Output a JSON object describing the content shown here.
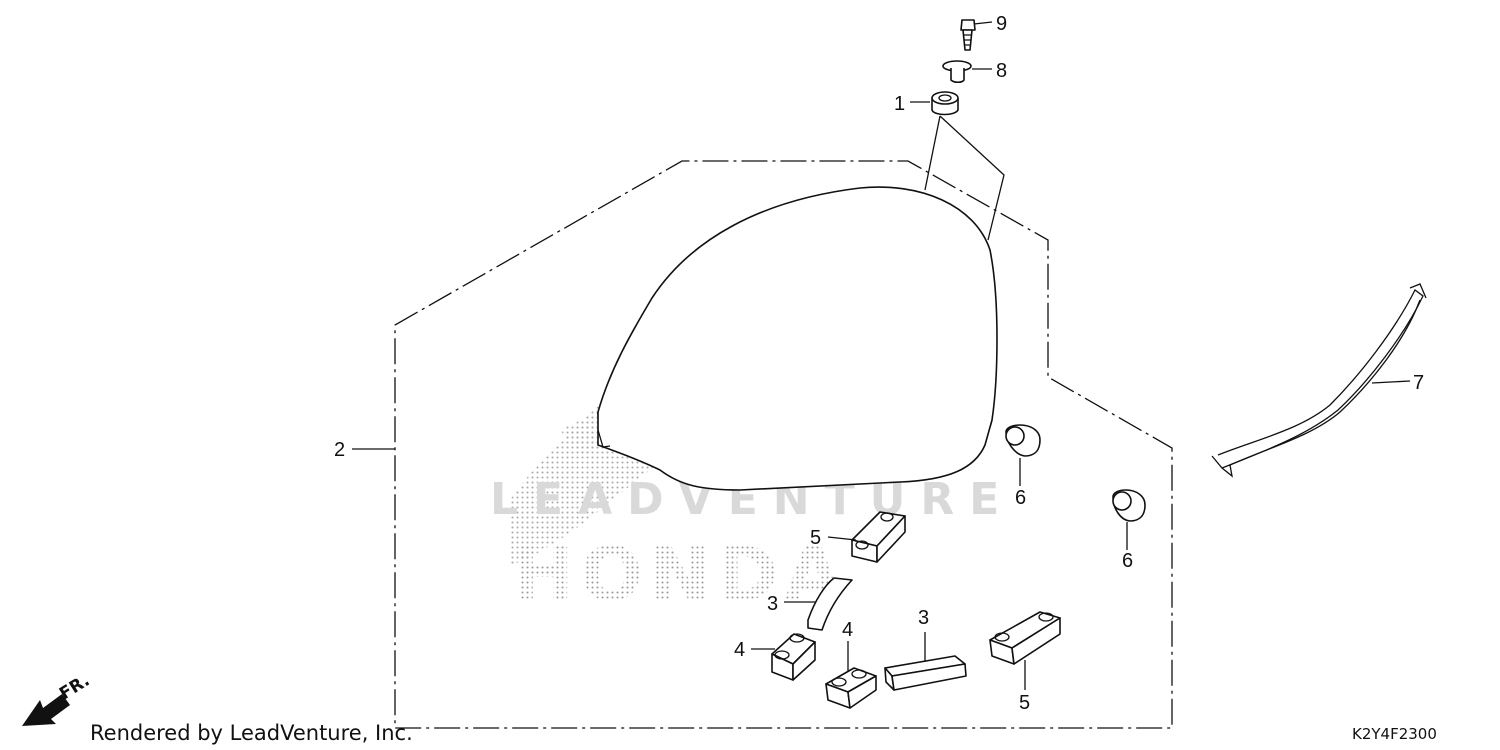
{
  "watermark": {
    "brand": "HONDA",
    "company": "LEADVENTURE",
    "color_dots": "#9a9a9a",
    "color_text": "#d9d9d9"
  },
  "callouts": {
    "p1": "1",
    "p2": "2",
    "p3a": "3",
    "p3b": "3",
    "p4a": "4",
    "p4b": "4",
    "p5a": "5",
    "p5b": "5",
    "p6a": "6",
    "p6b": "6",
    "p7": "7",
    "p8": "8",
    "p9": "9"
  },
  "footer": {
    "front_label": "FR.",
    "front_icon": "arrow-icon",
    "credit": "Rendered by LeadVenture, Inc.",
    "diagram_code": "K2Y4F2300"
  }
}
